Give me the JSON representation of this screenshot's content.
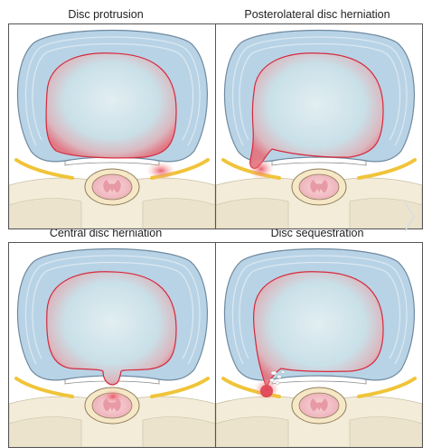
{
  "panels": [
    {
      "id": "protrusion",
      "title": "Disc protrusion"
    },
    {
      "id": "posterolateral",
      "title": "Posterolateral disc herniation"
    },
    {
      "id": "central",
      "title": "Central disc herniation"
    },
    {
      "id": "sequestration",
      "title": "Disc sequestration"
    }
  ],
  "colors": {
    "annulus": "#b9d3e6",
    "nucleus": "#cde3ea",
    "herniation": "#d42a3c",
    "ligament": "#f0c43a",
    "bone": "#f3ecd8",
    "cord": "#f3c2c8",
    "frame": "#555555"
  },
  "icons": {
    "next": "chevron-right-icon"
  }
}
